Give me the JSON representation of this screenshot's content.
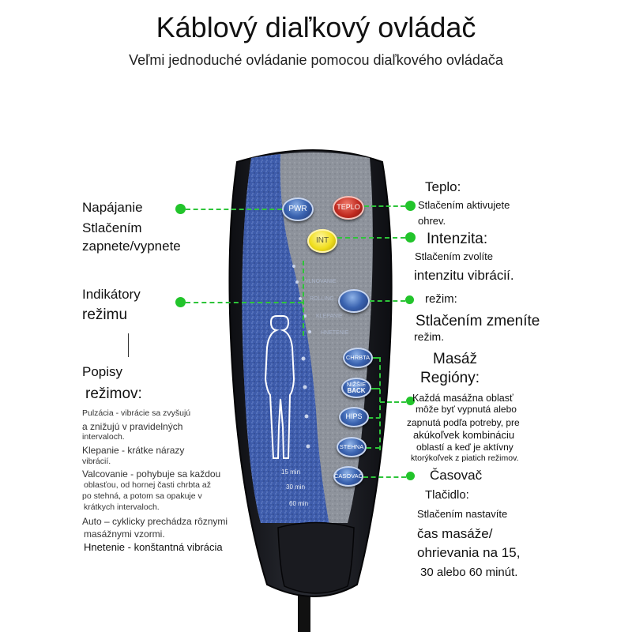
{
  "header": {
    "title": "Káblový diaľkový ovládač",
    "subtitle": "Veľmi jednoduché ovládanie pomocou diaľkového ovládača"
  },
  "remote": {
    "buttons": {
      "pwr": "PWR",
      "teplo": "TEPLO",
      "int": "INT",
      "mode": "",
      "chrbta": "CHRBTA",
      "nizsie_back_1": "NIŽŠIE",
      "nizsie_back_2": "BACK",
      "hips": "HIPS",
      "stehna": "STEHNA",
      "casovac": "ČASOVAČ"
    },
    "panel_labels": {
      "mode1": "VLNOVANIE",
      "mode2": "ROLLING",
      "mode3": "KLEPANIE",
      "mode4": "HNETENIE"
    },
    "timers": [
      "15 min",
      "30 min",
      "60 min"
    ]
  },
  "left": {
    "napajanie": [
      "Napájanie",
      "Stlačením",
      "zapnete/vypnete"
    ],
    "indikatory": [
      "Indikátory",
      "režimu"
    ],
    "popisy": [
      "Popisy",
      "režimov:"
    ],
    "mode_desc": [
      [
        "Pulzácia - vibrácie sa zvyšujú",
        "a znižujú v pravidelných",
        "intervaloch."
      ],
      [
        "Klepanie - krátke nárazy",
        "vibrácií."
      ],
      [
        "Valcovanie - pohybuje sa každou",
        "oblasťou, od hornej časti chrbta až",
        "po stehná, a potom sa opakuje v",
        "krátkych intervaloch."
      ],
      [
        "Auto – cyklicky prechádza rôznymi",
        "masážnymi vzormi."
      ],
      [
        "Hnetenie - konštantná vibrácia"
      ]
    ]
  },
  "right": {
    "teplo": [
      "Teplo:",
      "Stlačením aktivujete",
      "ohrev."
    ],
    "intenzita": [
      "Intenzita:",
      "Stlačením zvolíte",
      "intenzitu vibrácií."
    ],
    "rezim": [
      "režim:",
      "Stlačením zmeníte",
      "režim."
    ],
    "masaz": [
      "Masáž",
      "Regióny:",
      "Každá masážna oblasť",
      "môže byť vypnutá alebo",
      "zapnutá podľa potreby, pre",
      "akúkoľvek kombináciu",
      "oblastí a keď je aktívny",
      "ktorýkoľvek z piatich režimov."
    ],
    "casovac": [
      "Časovač",
      "Tlačidlo:",
      "Stlačením nastavíte",
      "čas masáže/",
      "ohrievania na 15,",
      "30 alebo 60 minút."
    ]
  },
  "colors": {
    "accent_green": "#22c42b",
    "remote_body": "#1c1d22",
    "panel_blue": "#3b5aa8",
    "panel_grey": "#8d929b"
  }
}
